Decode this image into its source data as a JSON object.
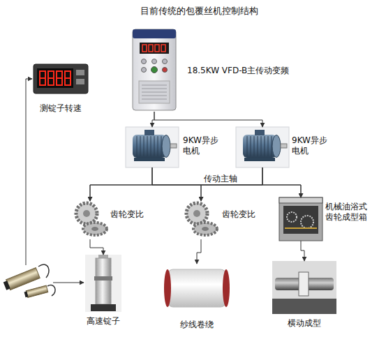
{
  "diagram": {
    "title": "目前传统的包覆丝机控制结构",
    "nodes": [
      {
        "text": [
          "18.5KW VFD-B主传动变频"
        ]
      },
      {
        "text": [
          "测锭子转速"
        ]
      },
      {
        "text": [
          "9KW异步 电机"
        ]
      },
      {
        "text": [
          "9KW异步 电机"
        ]
      },
      {
        "text": [
          "齿轮变比"
        ]
      },
      {
        "text": [
          "齿轮变比"
        ]
      },
      {
        "text": [
          "机械油浴式 齿轮成型箱"
        ]
      },
      {
        "text": [
          "高速锭子"
        ]
      },
      {
        "text": [
          "纱线卷绕"
        ]
      },
      {
        "text": [
          "横动成型"
        ]
      }
    ],
    "edges": [
      {
        "from": 0,
        "to": 2,
        "arrow": "to"
      },
      {
        "from": 0,
        "to": 3,
        "arrow": "to"
      },
      {
        "from": 2,
        "to": 4,
        "arrow": "to"
      },
      {
        "from": 2,
        "to": 5,
        "arrow": "to"
      },
      {
        "from": 2,
        "to": 6,
        "arrow": "to"
      },
      {
        "from": 3,
        "to": 4,
        "arrow": "to"
      },
      {
        "from": 3,
        "to": 5,
        "arrow": "to"
      },
      {
        "from": 3,
        "to": 6,
        "arrow": "to"
      },
      {
        "from": 4,
        "to": 7,
        "arrow": "to"
      },
      {
        "from": 5,
        "to": 8,
        "arrow": "to"
      },
      {
        "from": 6,
        "to": 9,
        "arrow": "to"
      }
    ],
    "labels": [
      "传动主轴"
    ]
  }
}
